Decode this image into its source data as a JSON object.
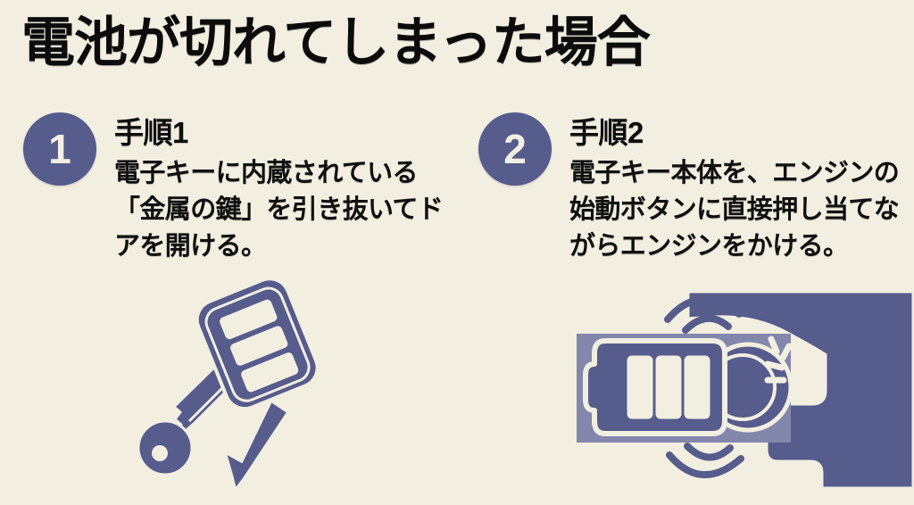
{
  "page": {
    "title": "電池が切れてしまった場合",
    "background_color": "#f2efe1",
    "text_color": "#0c0c0c",
    "accent_color": "#565c8c",
    "accent_light_color": "#8287ab"
  },
  "steps": [
    {
      "number": "1",
      "heading": "手順1",
      "text": "電子キーに内蔵されている「金属の鍵」を引き抜いてドアを開ける。",
      "illustration": "key-fob-pull-metal-key-icon"
    },
    {
      "number": "2",
      "heading": "手順2",
      "text": "電子キー本体を、エンジンの始動ボタンに直接押し当てながらエンジンをかける。",
      "illustration": "key-fob-against-start-button-icon"
    }
  ]
}
